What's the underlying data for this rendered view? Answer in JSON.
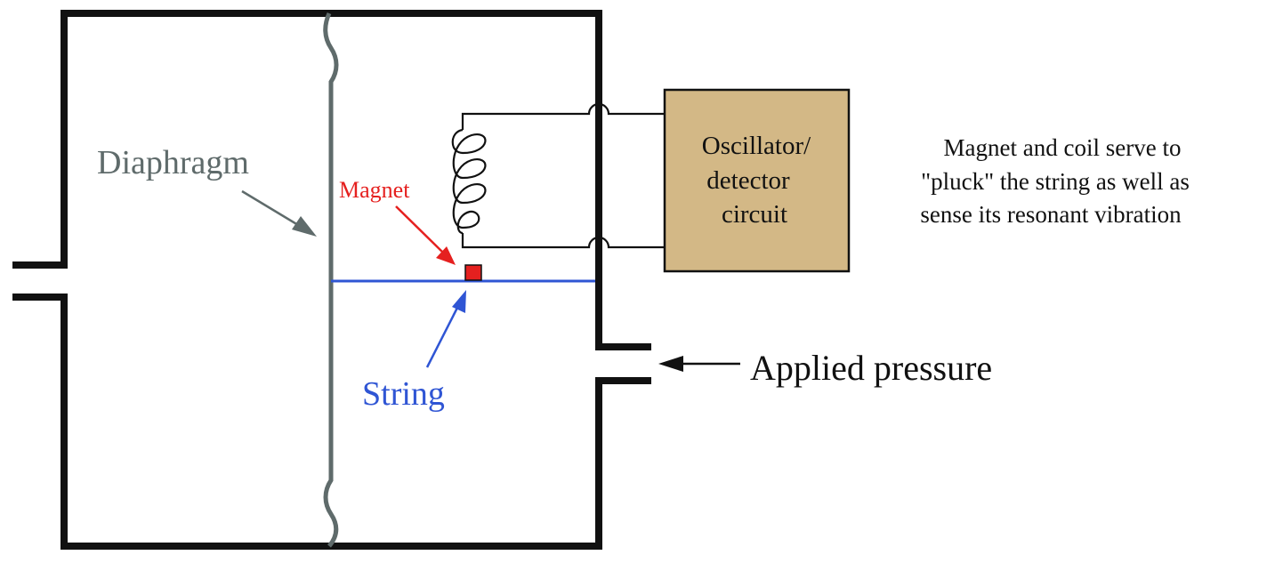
{
  "labels": {
    "diaphragm": "Diaphragm",
    "magnet": "Magnet",
    "string": "String",
    "circuit_line1": "Oscillator/",
    "circuit_line2": "detector",
    "circuit_line3": "circuit",
    "note_line1": "Magnet and coil serve to",
    "note_line2": "\"pluck\" the string as well as",
    "note_line3": "sense its resonant vibration",
    "applied_pressure": "Applied pressure"
  },
  "colors": {
    "housing": "#111111",
    "diaphragm": "#5f6b6b",
    "magnet": "#e5201f",
    "string": "#2f55d4",
    "circuit_box": "#d3b886",
    "wire": "#111111"
  }
}
